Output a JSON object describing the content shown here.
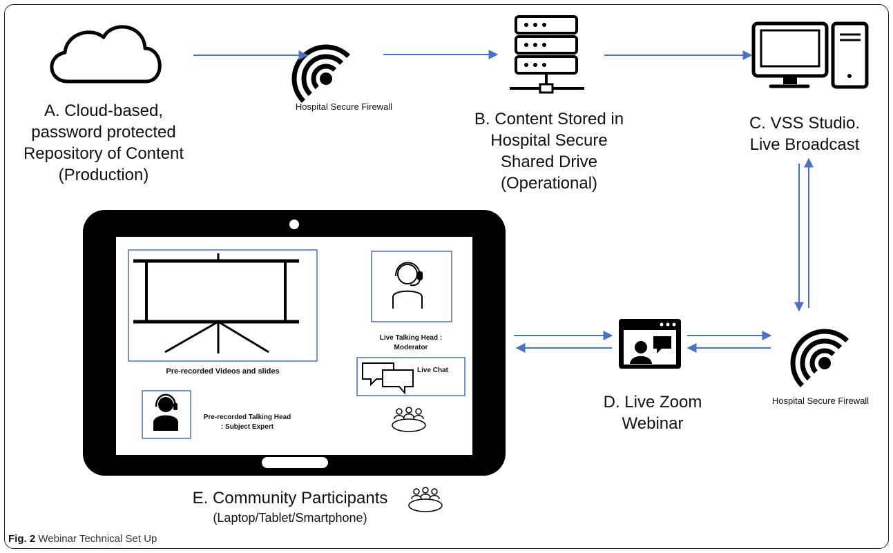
{
  "colors": {
    "arrow": "#4a72c4",
    "box_border": "#4c6db8",
    "device": "#000000"
  },
  "nodes": {
    "a": {
      "icon": "cloud-icon",
      "lines": [
        "A. Cloud-based,",
        "password protected",
        "Repository of Content",
        "(Production)"
      ]
    },
    "firewall_top": {
      "icon": "wifi-icon",
      "label": "Hospital Secure Firewall"
    },
    "b": {
      "icon": "server-icon",
      "lines": [
        "B. Content Stored in",
        "Hospital Secure",
        "Shared Drive",
        "(Operational)"
      ]
    },
    "c": {
      "icon": "desktop-computer-icon",
      "lines": [
        "C. VSS Studio.",
        "Live Broadcast"
      ]
    },
    "firewall_right": {
      "icon": "wifi-icon",
      "label": "Hospital Secure Firewall"
    },
    "d": {
      "icon": "video-conference-icon",
      "lines": [
        "D.  Live Zoom",
        "Webinar"
      ]
    },
    "e": {
      "icon": "tablet-icon",
      "line1": "E. Community Participants",
      "line2": "(Laptop/Tablet/Smartphone)"
    }
  },
  "screen": {
    "slides_label": "Pre-recorded Videos and slides",
    "moderator_lines": [
      "Live Talking Head :",
      "Moderator"
    ],
    "chat_label": "Live Chat",
    "expert_lines": [
      "Pre-recorded Talking Head",
      ":  Subject Expert"
    ]
  },
  "caption": {
    "prefix": "Fig. 2",
    "text": " Webinar Technical Set Up"
  }
}
